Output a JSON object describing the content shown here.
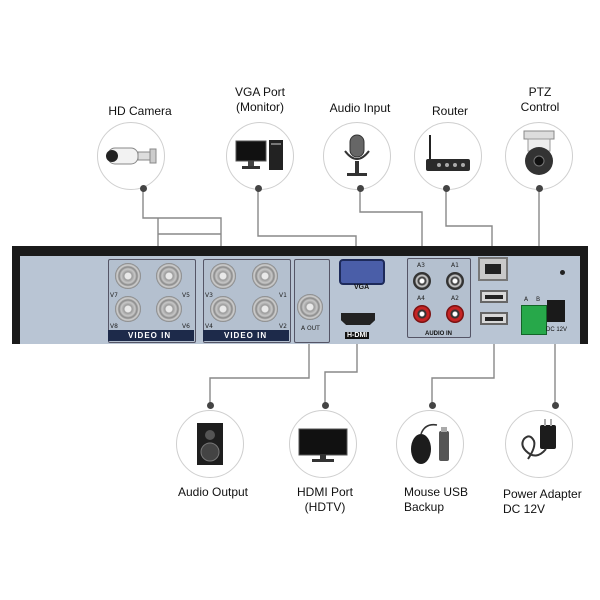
{
  "devices_top": {
    "hd_camera": "HD Camera",
    "vga_port": [
      "VGA Port",
      "(Monitor)"
    ],
    "audio_input": "Audio Input",
    "router": "Router",
    "ptz": [
      "PTZ",
      "Control"
    ]
  },
  "devices_bottom": {
    "audio_output": "Audio Output",
    "hdmi_port": [
      "HDMI Port",
      "(HDTV)"
    ],
    "mouse_usb": [
      "Mouse USB",
      "Backup"
    ],
    "power_adapter": [
      "Power Adapter",
      "DC 12V"
    ]
  },
  "panel": {
    "video_in_left": "VIDEO IN",
    "video_in_right": "VIDEO IN",
    "v7": "V7",
    "v5": "V5",
    "v8": "V8",
    "v6": "V6",
    "v3": "V3",
    "v1": "V1",
    "v4": "V4",
    "v2": "V2",
    "a_out": "A OUT",
    "vga": "VGA",
    "hdmi": "H-DMI",
    "a3": "A3",
    "a1": "A1",
    "a4": "A4",
    "a2": "A2",
    "audio_in": "AUDIO IN",
    "dc12v": "DC 12V",
    "a_label": "A",
    "b_label": "B"
  }
}
